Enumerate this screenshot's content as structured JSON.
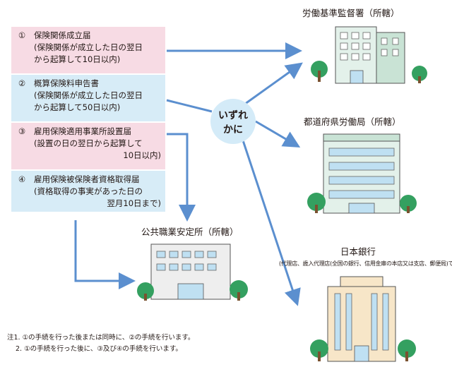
{
  "procedures": [
    {
      "num": "①",
      "title": "保険関係成立届",
      "sub1": "(保険関係が成立した日の翌日",
      "sub2": "から起算して10日以内)"
    },
    {
      "num": "②",
      "title": "概算保険料申告書",
      "sub1": "(保険関係が成立した日の翌日",
      "sub2": "から起算して50日以内)"
    },
    {
      "num": "③",
      "title": "雇用保険適用事業所設置届",
      "sub1": "(設置の日の翌日から起算して",
      "sub2": "10日以内)"
    },
    {
      "num": "④",
      "title": "雇用保険被保険者資格取得届",
      "sub1": "(資格取得の事実があった日の",
      "sub2": "翌月10日まで)"
    }
  ],
  "center_label": {
    "line1": "いずれ",
    "line2": "かに"
  },
  "offices": {
    "labor_standards": "労働基準監督署（所轄）",
    "prefectural_labor": "都道府県労働局（所轄）",
    "employment_security": "公共職業安定所（所轄）",
    "boj": "日本銀行",
    "boj_note": "(代理店、歳入代理店(全国の銀行、信用金庫の本店又は支店、郵便局)でも可)"
  },
  "notes": {
    "line1": "注1. ①の手続を行った後または同時に、②の手続を行います。",
    "line2": "2. ①の手続を行った後に、③及び④の手続を行います。"
  },
  "colors": {
    "arrow": "#5b8fcf",
    "pink_box": "#f7dbe4",
    "blue_box": "#d7ecf7",
    "center_circle": "#d4ebf8",
    "building_green": "#e3f1ea",
    "building_gray": "#eeeeee",
    "building_tan": "#f7e6c8",
    "tree": "#34a060"
  }
}
